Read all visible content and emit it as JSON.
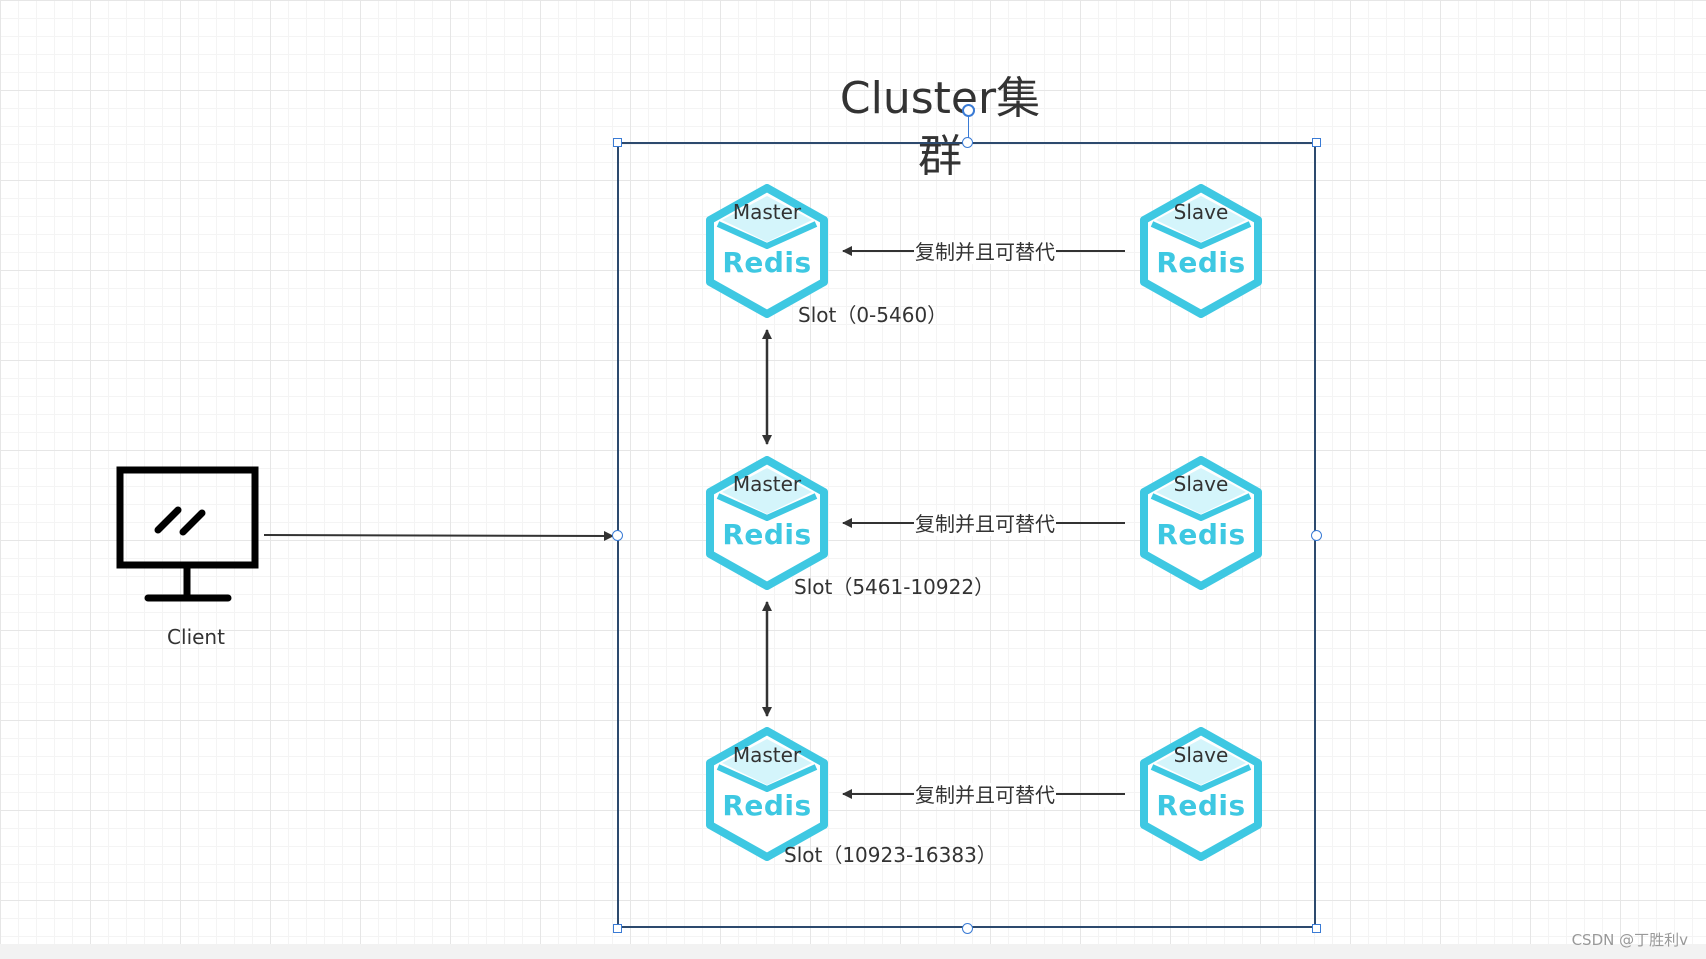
{
  "diagram": {
    "title": "Cluster集群",
    "client": {
      "label": "Client"
    },
    "replication_label": "复制并且可替代",
    "rows": [
      {
        "master": {
          "role": "Master",
          "brand": "Redis",
          "slot": "Slot（0-5460）"
        },
        "slave": {
          "role": "Slave",
          "brand": "Redis"
        }
      },
      {
        "master": {
          "role": "Master",
          "brand": "Redis",
          "slot": "Slot（5461-10922）"
        },
        "slave": {
          "role": "Slave",
          "brand": "Redis"
        }
      },
      {
        "master": {
          "role": "Master",
          "brand": "Redis",
          "slot": "Slot（10923-16383）"
        },
        "slave": {
          "role": "Slave",
          "brand": "Redis"
        }
      }
    ],
    "edge_labels": [
      "复制并且可替代",
      "复制并且可替代",
      "复制并且可替代"
    ],
    "colors": {
      "redis_cyan": "#3ec8e2",
      "redis_light": "#d4f5fb",
      "box_border": "#2d4a6e",
      "selection": "#3a7bd5"
    }
  },
  "watermark": "CSDN @丁胜利v"
}
